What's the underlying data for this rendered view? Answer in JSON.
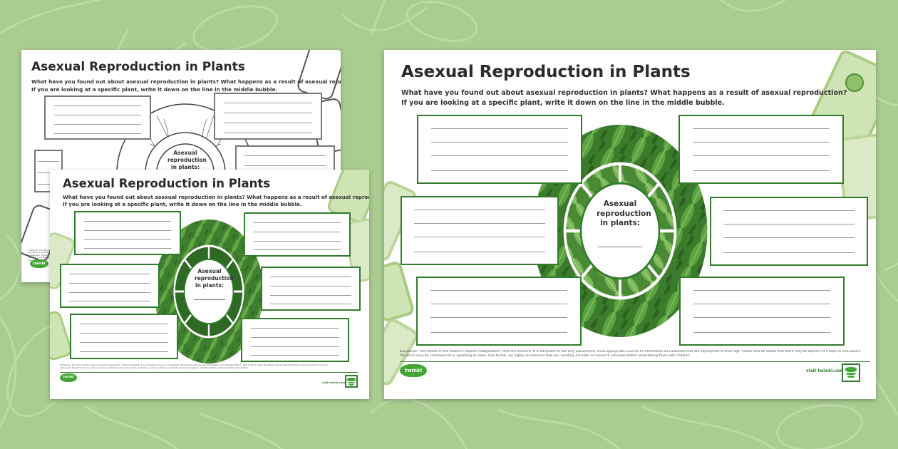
{
  "worksheet": {
    "title": "Asexual Reproduction in Plants",
    "instructions": [
      "What have you found out about asexual reproduction in plants? What happens as a result of asexual reproduction?",
      "If you are looking at a specific plant, write it down on the line in the middle bubble."
    ],
    "center_label": "Asexual reproduction in plants:",
    "disclaimer": "Disclaimer: The nature of this resource requires independent, child-led research. It is advisable to use only preselected, child-appropriate sources of information and websites that are appropriate to their age. Please also be aware that there may be aspects of a topic or individual's life which may be controversial or upsetting to some. Due to this, we highly recommend that you carefully consider all research activities before undertaking them with children.",
    "logo_text": "twinkl",
    "visit_text": "visit twinkl.com"
  },
  "colors": {
    "background": "#a9cc91",
    "brand_green": "#2f7d2a",
    "logo_green": "#43a534"
  }
}
